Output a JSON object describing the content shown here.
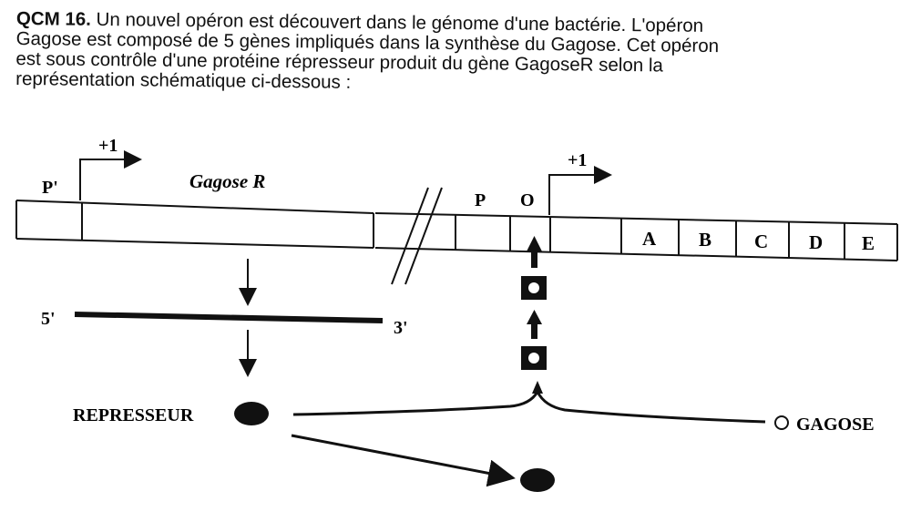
{
  "question": {
    "number": "QCM 16.",
    "lines": [
      "Un nouvel opéron est découvert dans le génome d'une bactérie. L'opéron",
      "Gagose est composé de 5 gènes impliqués dans la synthèse du Gagose. Cet opéron",
      "est sous contrôle d'une protéine répresseur produit du gène GagoseR selon la",
      "représentation schématique ci-dessous :"
    ]
  },
  "diagram": {
    "promoter_left": "P'",
    "tss_left": "+1",
    "gene_left": "Gagose R",
    "promoter_right": "P",
    "operator": "O",
    "tss_right": "+1",
    "genes": [
      "A",
      "B",
      "C",
      "D",
      "E"
    ],
    "mrna_5": "5'",
    "mrna_3": "3'",
    "repressor": "REPRESSEUR",
    "inducer": "GAGOSE"
  }
}
